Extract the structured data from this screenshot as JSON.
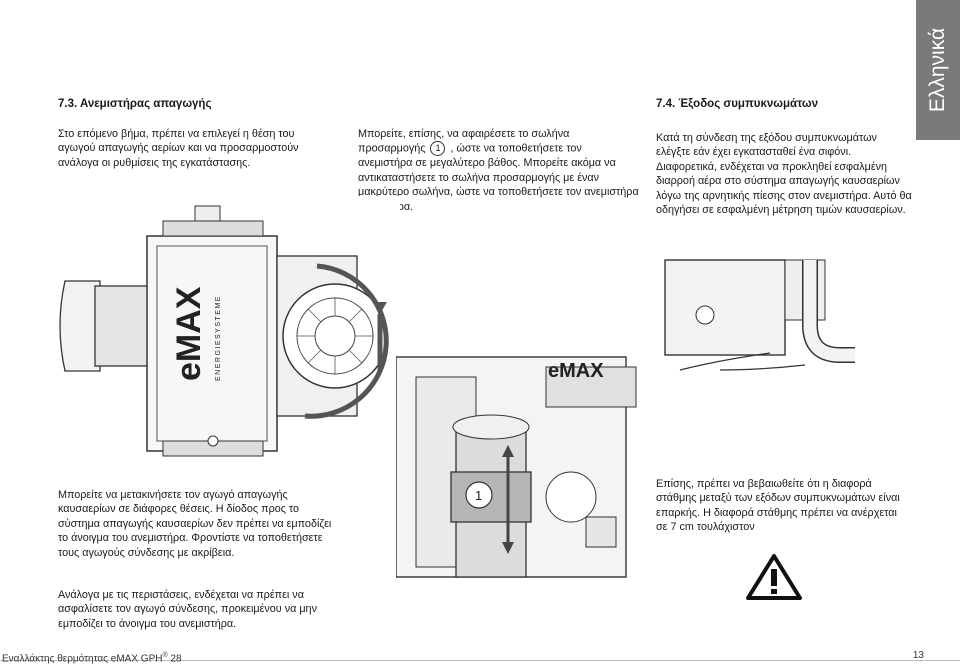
{
  "side_tab": {
    "label": "Ελληνικά"
  },
  "section_left": {
    "heading": "7.3. Ανεμιστήρας απαγωγής",
    "intro": "Στο επόμενο βήμα, πρέπει να επιλεγεί η θέση του αγωγού απαγωγής αερίων και να προσαρμοστούν ανάλογα οι ρυθμίσεις της εγκατάστασης."
  },
  "middle_top": {
    "line1": "Μπορείτε, επίσης, να αφαιρέσετε το σωλήνα",
    "line2_a": "προσαρμογής",
    "marker": "1",
    "line2_b": ", ώστε να τοποθετήσετε τον",
    "rest": "ανεμιστήρα σε μεγαλύτερο βάθος. Μπορείτε ακόμα να αντικαταστήσετε το σωλήνα προσαρμογής με έναν μακρύτερο σωλήνα, ώστε να τοποθετήσετε τον ανεμιστήρα υψηλότερα."
  },
  "section_right": {
    "heading": "7.4. Έξοδος συμπυκνωμάτων",
    "body": "Κατά τη σύνδεση της εξόδου συμπυκνωμάτων ελέγξτε εάν έχει εγκατασταθεί ένα σιφόνι. Διαφορετικά, ενδέχεται να προκληθεί εσφαλμένη διαρροή αέρα στο σύστημα απαγωγής καυσαερίων λόγω της αρνητικής πίεσης στον ανεμιστήρα. Αυτό θα οδηγήσει σε εσφαλμένη μέτρηση τιμών καυσαερίων."
  },
  "bottom_left": {
    "para1": "Μπορείτε να μετακινήσετε τον αγωγό απαγωγής καυσαερίων σε διάφορες θέσεις. Η δίοδος προς το σύστημα απαγωγής καυσαερίων δεν πρέπει να εμποδίζει το άνοιγμα του ανεμιστήρα. Φροντίστε να τοποθετήσετε τους αγωγούς σύνδεσης με ακρίβεια.",
    "para2": "Ανάλογα με τις περιστάσεις, ενδέχεται να πρέπει να ασφαλίσετε τον αγωγό σύνδεσης, προκειμένου να μην εμποδίζει το άνοιγμα του ανεμιστήρα."
  },
  "bottom_right": {
    "para": "Επίσης, πρέπει να βεβαιωθείτε ότι η διαφορά στάθμης μεταξύ των εξόδων συμπυκνωμάτων είναι επαρκής. Η διαφορά στάθμης πρέπει να ανέρχεται σε 7 cm τουλάχιστον"
  },
  "figures": {
    "brand_label": "eMAX",
    "brand_sub": "ENERGIESYSTEME",
    "callout": "1"
  },
  "footer": {
    "left": "Εναλλάκτης θερμότητας eMAX GPH",
    "registered": "®",
    "left_num": "28",
    "page": "13"
  },
  "colors": {
    "tab_gray": "#7a7a7a",
    "line": "#333333"
  }
}
